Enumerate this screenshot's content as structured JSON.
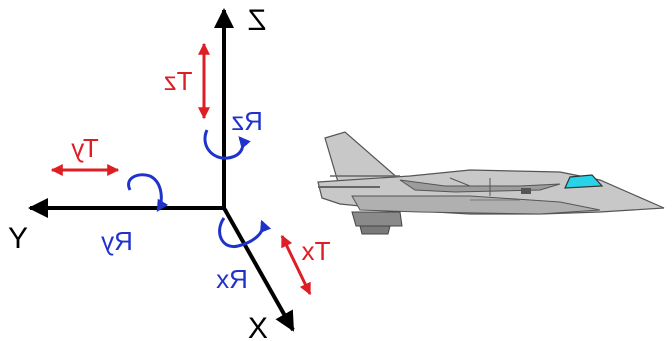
{
  "axes": {
    "z": {
      "label": "Z"
    },
    "y": {
      "label": "Y"
    },
    "x": {
      "label": "X"
    }
  },
  "rotations": {
    "z": {
      "label": "Rz"
    },
    "y": {
      "label": "Ry"
    },
    "x": {
      "label": "Rx"
    }
  },
  "translations": {
    "z": {
      "label": "Tz"
    },
    "y": {
      "label": "Ty"
    },
    "x": {
      "label": "Tx"
    }
  },
  "colors": {
    "axis": "#000000",
    "rotation": "#1f33cc",
    "translation": "#dd1e24",
    "aircraft_body": "#c8c8c8",
    "aircraft_dark": "#8a8a8a",
    "canopy": "#27d3e8"
  },
  "icons": [
    "fighter-jet-icon"
  ]
}
